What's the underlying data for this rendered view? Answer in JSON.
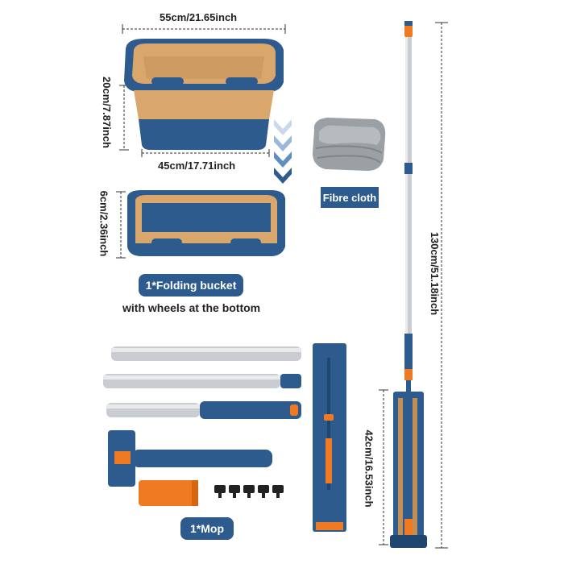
{
  "dimensions": {
    "bucket_top_width": "55cm/21.65inch",
    "bucket_height": "20cm/7.87inch",
    "bucket_bottom_width": "45cm/17.71inch",
    "folded_height": "6cm/2.36inch",
    "mop_total_length": "130cm/51.18inch",
    "mop_head_length": "42cm/16.53inch"
  },
  "labels": {
    "fibre_cloth": "Fibre cloth",
    "folding_bucket": "1*Folding bucket",
    "bucket_caption": "with wheels at the bottom",
    "mop": "1*Mop"
  },
  "colors": {
    "navy": "#2d5b8d",
    "tan": "#d9a66b",
    "orange": "#f07a22",
    "steel": "#c9cdd1",
    "cloth": "#9aa0a4"
  }
}
